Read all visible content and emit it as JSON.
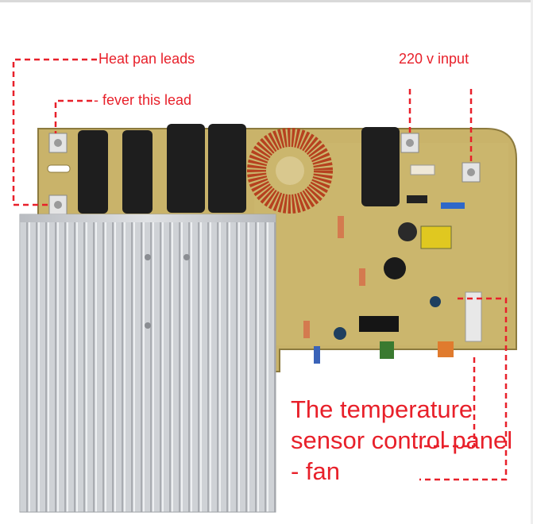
{
  "labels": {
    "heat_pan": "Heat pan leads",
    "fever": "- fever this lead",
    "input": "220 v input",
    "temp_line1": "The temperature",
    "temp_line2": "sensor control panel",
    "temp_line3": "- fan"
  },
  "colors": {
    "annotation": "#e8202a",
    "pcb": "#c9b36a",
    "heatsink": "#c8cbd0",
    "capacitor": "#1e1e1e",
    "toroid": "#b6411f"
  }
}
